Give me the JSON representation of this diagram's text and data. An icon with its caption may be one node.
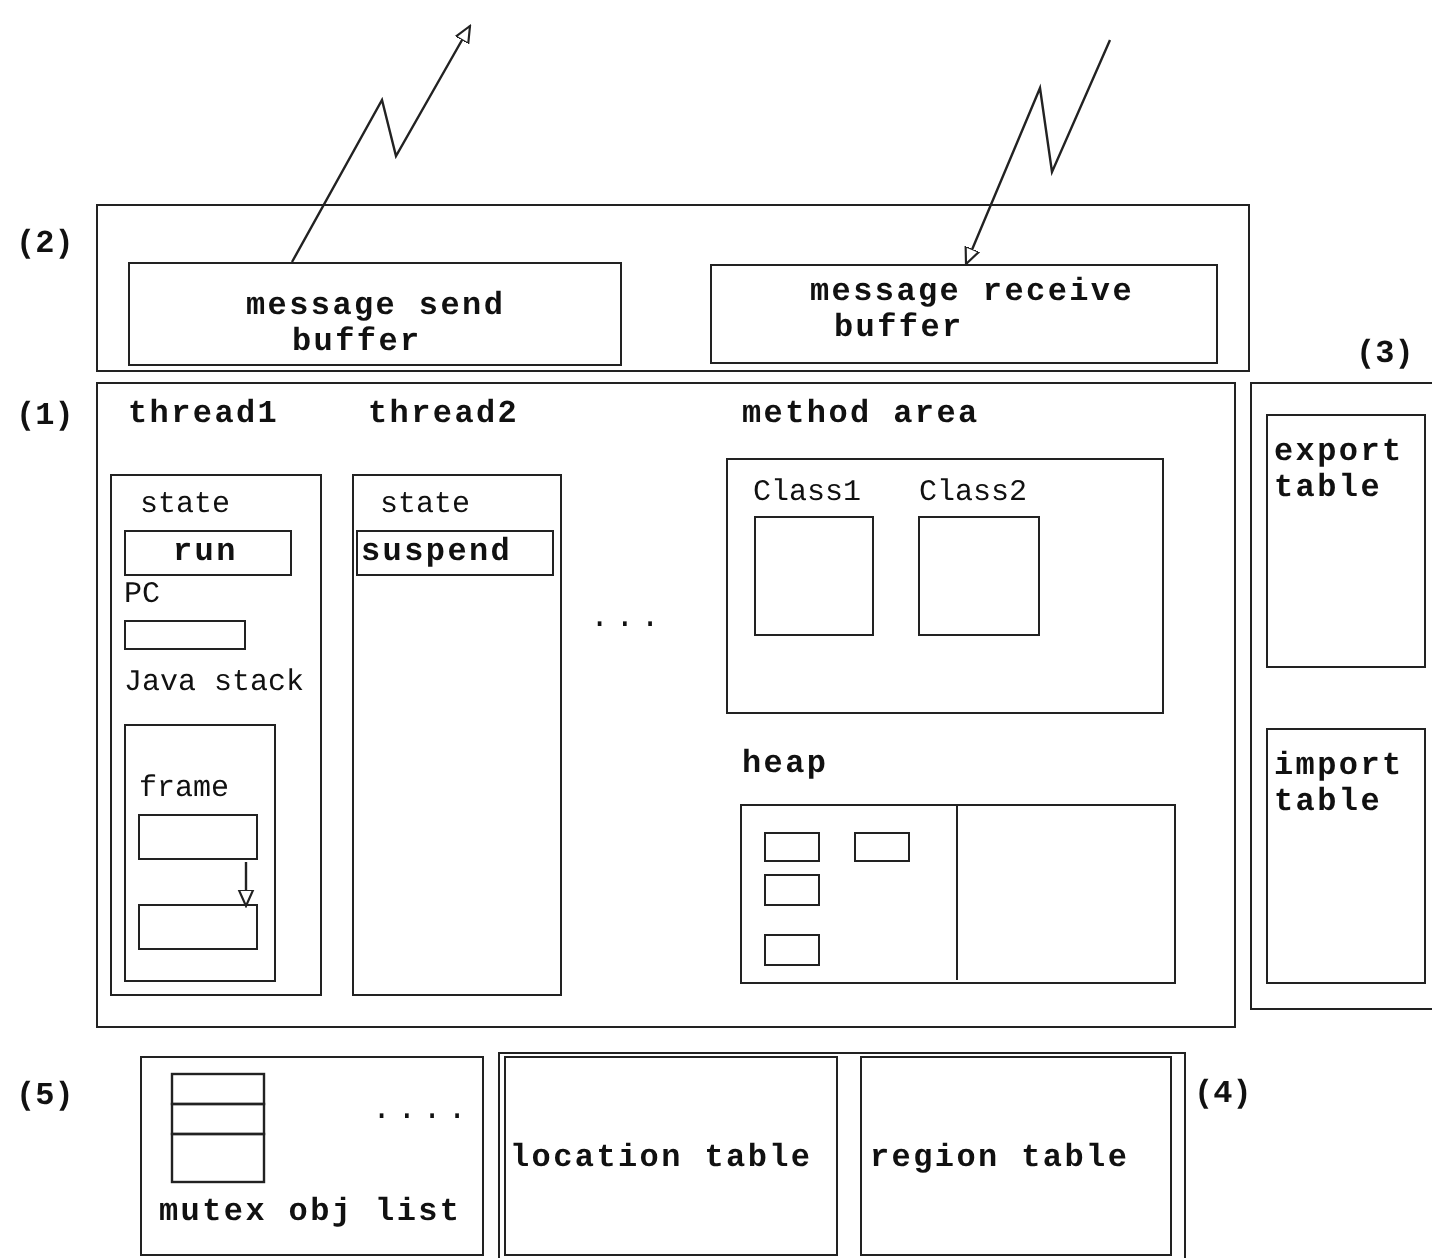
{
  "diagram": {
    "nodes": [
      {
        "text": [],
        "shape": "box",
        "beside": [
          "(2)"
        ]
      },
      {
        "text": [
          "message send buffer"
        ],
        "in": 0
      },
      {
        "text": [
          "message receive buffer"
        ],
        "in": 0
      },
      {
        "text": [],
        "shape": "box",
        "beside": [
          "(1)"
        ]
      },
      {
        "text": [
          "thread1",
          "state",
          "PC",
          "Java stack"
        ],
        "in": 3
      },
      {
        "text": [
          "run"
        ],
        "in": 4
      },
      {
        "text": [],
        "shape": "box",
        "in": 4
      },
      {
        "text": [
          "frame"
        ],
        "in": 4
      },
      {
        "text": [],
        "shape": "box",
        "in": 7
      },
      {
        "text": [],
        "shape": "box",
        "in": 7
      },
      {
        "text": [
          "thread2",
          "state"
        ],
        "in": 3
      },
      {
        "text": [
          "suspend"
        ],
        "in": 10
      },
      {
        "text": [
          "method area"
        ],
        "in": 3
      },
      {
        "text": [
          "Class1"
        ],
        "in": 12
      },
      {
        "text": [
          "Class2"
        ],
        "in": 12
      },
      {
        "text": [
          "heap"
        ],
        "in": 3
      },
      {
        "text": [],
        "shape": "box",
        "in": 15
      },
      {
        "text": [],
        "shape": "box",
        "in": 15
      },
      {
        "text": [],
        "shape": "box",
        "in": 15
      },
      {
        "text": [],
        "shape": "box",
        "in": 15
      },
      {
        "text": [],
        "shape": "box",
        "beside": [
          "(3)"
        ]
      },
      {
        "text": [
          "export table"
        ],
        "in": 20
      },
      {
        "text": [
          "import table"
        ],
        "in": 20
      },
      {
        "text": [
          "mutex obj list"
        ],
        "beside": [
          "(5)"
        ]
      },
      {
        "text": [],
        "shape": "box",
        "beside": [
          "(4)"
        ]
      },
      {
        "text": [
          "location table"
        ],
        "in": 24
      },
      {
        "text": [
          "region table"
        ],
        "in": 24
      }
    ],
    "edges": [
      {
        "from": 1,
        "to": null,
        "arrow": "to"
      },
      {
        "from": null,
        "to": 2,
        "arrow": "to"
      },
      {
        "from": 8,
        "to": 9,
        "arrow": "to"
      }
    ],
    "labels": [
      "...",
      "...."
    ]
  }
}
